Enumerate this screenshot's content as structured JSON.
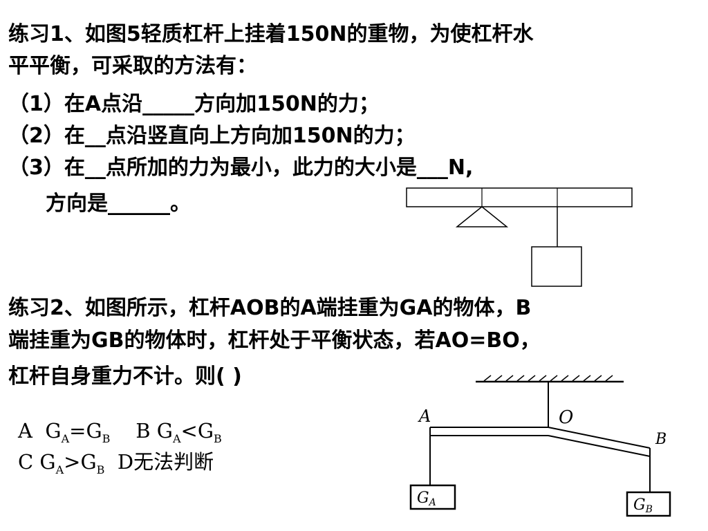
{
  "ex1": {
    "line1": "练习1、如图5轻质杠杆上挂着150N的重物，为使杠杆水",
    "line2": "平平衡，可采取的方法有：",
    "line3": "（1）在A点沿_____方向加150N的力；",
    "line4": "（2）在__点沿竖直向上方向加150N的力；",
    "line5": "（3）在__点所加的力为最小，此力的大小是___N,",
    "line6": "方向是______。"
  },
  "ex2": {
    "line1": "练习2、如图所示，杠杆AOB的A端挂重为GA的物体，B",
    "line2": "端挂重为GB的物体时，杠杆处于平衡状态，若AO=BO，",
    "line3": "杠杆自身重力不计。则(   )"
  },
  "options": {
    "a_letter": "A",
    "a_g1": "G",
    "a_s1": "A",
    "a_eq": "=",
    "a_g2": "G",
    "a_s2": "B",
    "b_letter": "B",
    "b_g1": "G",
    "b_s1": "A",
    "b_lt": "<",
    "b_g2": "G",
    "b_s2": "B",
    "c_letter": "C",
    "c_g1": "G",
    "c_s1": "A",
    "c_gt": ">",
    "c_g2": "G",
    "c_s2": "B",
    "d_text": "D无法判断"
  },
  "figure2": {
    "label_a": "A",
    "label_o": "O",
    "label_b": "B",
    "box_a_g": "G",
    "box_a_sub": "A",
    "box_b_g": "G",
    "box_b_sub": "B"
  }
}
